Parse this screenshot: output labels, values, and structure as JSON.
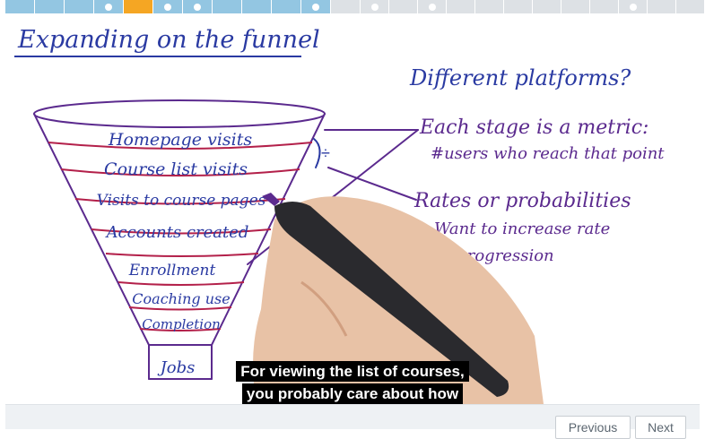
{
  "progress": {
    "segments": [
      {
        "color": "#93c6e2",
        "dot": false
      },
      {
        "color": "#93c6e2",
        "dot": false
      },
      {
        "color": "#93c6e2",
        "dot": false
      },
      {
        "color": "#93c6e2",
        "dot": true
      },
      {
        "color": "#f5a623",
        "dot": false
      },
      {
        "color": "#93c6e2",
        "dot": true
      },
      {
        "color": "#93c6e2",
        "dot": true
      },
      {
        "color": "#93c6e2",
        "dot": false
      },
      {
        "color": "#93c6e2",
        "dot": false
      },
      {
        "color": "#93c6e2",
        "dot": false
      },
      {
        "color": "#93c6e2",
        "dot": true
      },
      {
        "color": "#dde1e5",
        "dot": false
      },
      {
        "color": "#dde1e5",
        "dot": true
      },
      {
        "color": "#dde1e5",
        "dot": false
      },
      {
        "color": "#dde1e5",
        "dot": true
      },
      {
        "color": "#dde1e5",
        "dot": false
      },
      {
        "color": "#dde1e5",
        "dot": false
      },
      {
        "color": "#dde1e5",
        "dot": false
      },
      {
        "color": "#dde1e5",
        "dot": false
      },
      {
        "color": "#dde1e5",
        "dot": false
      },
      {
        "color": "#dde1e5",
        "dot": false
      },
      {
        "color": "#dde1e5",
        "dot": true
      },
      {
        "color": "#dde1e5",
        "dot": false
      },
      {
        "color": "#dde1e5",
        "dot": false
      }
    ]
  },
  "whiteboard": {
    "title": "Expanding on the funnel",
    "question": "Different platforms?",
    "funnel_stages": [
      "Homepage visits",
      "Course list visits",
      "Visits to course pages",
      "Accounts created",
      "Enrollment",
      "Coaching use",
      "Completion",
      "Jobs"
    ],
    "divide_symbol": "÷",
    "note1_line1": "Each stage is a metric:",
    "note1_line2": "#users who reach that point",
    "note2_line1": "Rates or probabilities",
    "note2_line2": "Want to increase rate",
    "note2_line3": "of progression"
  },
  "caption": {
    "line1": "For viewing the list of courses,",
    "line2": "you probably care about how"
  },
  "nav": {
    "previous_label": "Previous",
    "next_label": "Next"
  },
  "colors": {
    "ink_blue": "#2a3aa2",
    "ink_purple": "#5b2a8e",
    "ink_red": "#b3204a"
  }
}
